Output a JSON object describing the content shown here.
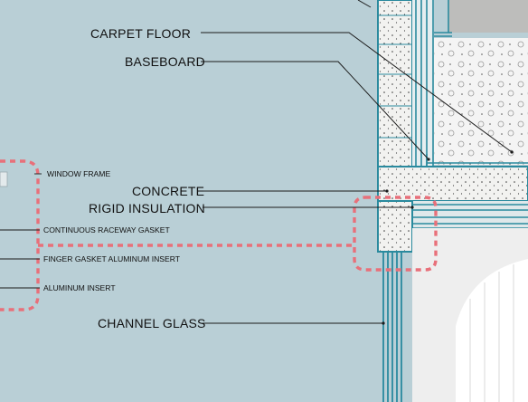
{
  "labels": {
    "carpet_floor": "CARPET FLOOR",
    "baseboard": "BASEBOARD",
    "concrete": "CONCRETE",
    "rigid_insulation": "RIGID INSULATION",
    "channel_glass": "CHANNEL GLASS",
    "window_frame": "WINDOW FRAME",
    "continuous_raceway_gasket": "CONTINUOUS RACEWAY GASKET",
    "finger_gasket_aluminum_insert": "FINGER GASKET ALUMINUM INSERT",
    "aluminum_insert": "ALUMINUM INSERT"
  },
  "colors": {
    "background": "#b9cfd6",
    "teal_outline": "#2a8a9e",
    "dashed_highlight": "#e8707a",
    "concrete_fill": "#f2f2f0",
    "stone_fill": "#bdbdbb",
    "wall_fill": "#eeeeee",
    "leader_line": "#1b1b1b"
  }
}
